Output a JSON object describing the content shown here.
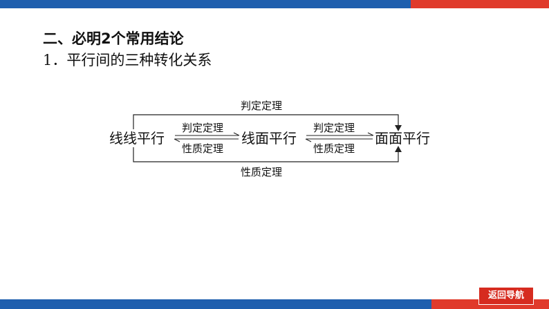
{
  "heading": "二、必明2个常用结论",
  "subheading": "1．平行间的三种转化关系",
  "diagram": {
    "nodes": {
      "line_line": "线线平行",
      "line_plane": "线面平行",
      "plane_plane": "面面平行"
    },
    "arrows": {
      "ll_lp_forward": "判定定理",
      "ll_lp_backward": "性质定理",
      "lp_pp_forward": "判定定理",
      "lp_pp_backward": "性质定理",
      "top_loop": "判定定理",
      "bottom_loop": "性质定理"
    }
  },
  "nav": {
    "return_label": "返回导航"
  },
  "colors": {
    "bar_blue": "#1f5fae",
    "bar_red": "#e03a2b",
    "button_red": "#d62b1f"
  }
}
